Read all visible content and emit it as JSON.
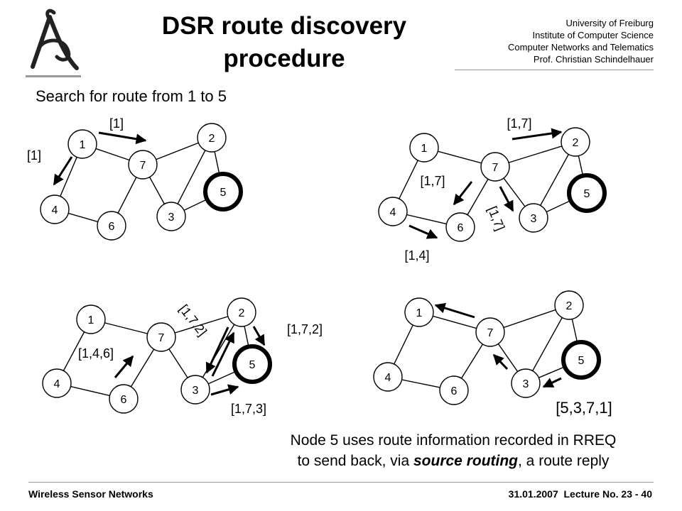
{
  "header": {
    "title_line1": "DSR route discovery",
    "title_line2": "procedure",
    "institution": [
      "University of Freiburg",
      "Institute of Computer Science",
      "Computer Networks and Telematics",
      "Prof. Christian Schindelhauer"
    ]
  },
  "subtitle": "Search for route from 1 to 5",
  "diagrams": [
    {
      "labels": [
        "[1]",
        "[1]"
      ]
    },
    {
      "labels": [
        "[1,7]",
        "[1,7]",
        "[1,7]",
        "[1,4]"
      ]
    },
    {
      "labels": [
        "[1,7,2]",
        "[1,7,2]",
        "[1,4,6]",
        "[1,7,3]"
      ]
    },
    {
      "labels": [
        "[5,3,7,1]"
      ]
    }
  ],
  "node_names": [
    "1",
    "2",
    "3",
    "4",
    "5",
    "6",
    "7"
  ],
  "caption": {
    "line1": "Node 5 uses route information recorded in RREQ",
    "line2_pre": "to send back, via ",
    "line2_em": "source routing",
    "line2_post": ", a route reply"
  },
  "footer": {
    "left": "Wireless Sensor Networks",
    "right": "31.01.2007  Lecture No. 23 - 40"
  },
  "colors": {
    "destination_ring": "#000000",
    "background": "#ffffff"
  }
}
